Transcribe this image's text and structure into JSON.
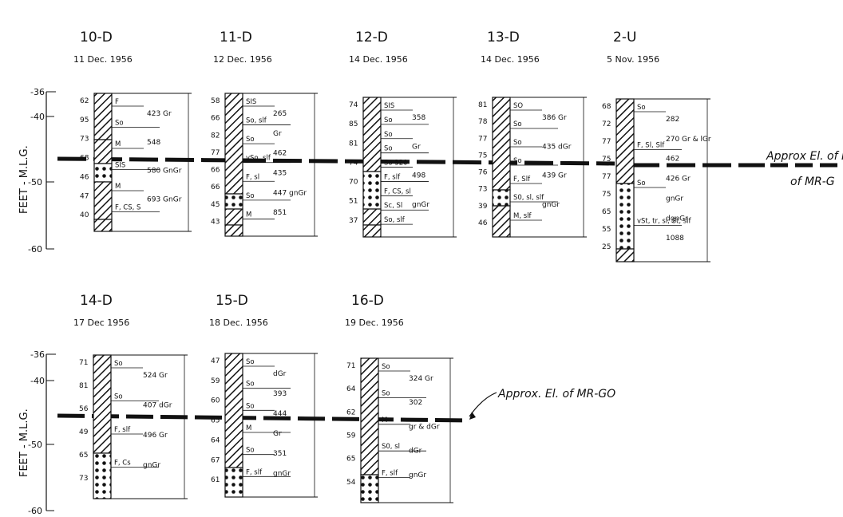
{
  "axis": {
    "label": "FEET - M.L.G.",
    "ticks": [
      "-36",
      "-40",
      "-50",
      "-60"
    ]
  },
  "axis_bottom": {
    "label": "FEET - M.L.G.",
    "ticks": [
      "-36",
      "-40",
      "-50",
      "-60"
    ]
  },
  "note_top": "Approx El. of MR-G",
  "note_bottom": "Approx. El. of MR-GO",
  "borings": [
    {
      "id": "10-D",
      "date": "11 Dec. 1956",
      "counts": [
        "62",
        "95",
        "73",
        "68",
        "46",
        "47",
        "40"
      ],
      "labels": [
        "F",
        "So",
        "M",
        "SIS",
        "M",
        "F, CS, S"
      ],
      "values": [
        "423 Gr",
        "548",
        "580 GnGr",
        "693 GnGr"
      ]
    },
    {
      "id": "11-D",
      "date": "12 Dec. 1956",
      "counts": [
        "58",
        "66",
        "82",
        "77",
        "66",
        "66",
        "45",
        "43"
      ],
      "labels": [
        "SIS",
        "So, slf",
        "So",
        "vSo, slf",
        "F, sl",
        "So",
        "M"
      ],
      "values": [
        "265",
        "Gr",
        "462",
        "435",
        "447 gnGr",
        "851"
      ]
    },
    {
      "id": "12-D",
      "date": "14 Dec. 1956",
      "counts": [
        "74",
        "85",
        "81",
        "74",
        "70",
        "51",
        "37"
      ],
      "labels": [
        "SIS",
        "So",
        "So",
        "So",
        "So 320",
        "F, slf",
        "F, CS, sl",
        "Sc, Sl",
        "So, slf"
      ],
      "values": [
        "358",
        "Gr",
        "498",
        "gnGr"
      ]
    },
    {
      "id": "13-D",
      "date": "14 Dec. 1956",
      "counts": [
        "81",
        "78",
        "77",
        "75",
        "76",
        "73",
        "39",
        "46"
      ],
      "labels": [
        "SO",
        "So",
        "So",
        "So",
        "F, Slf",
        "S0, sl, slf",
        "M, slf"
      ],
      "values": [
        "386 Gr",
        "435 dGr",
        "439 Gr",
        "gnGr"
      ]
    },
    {
      "id": "2-U",
      "date": "5 Nov. 1956",
      "counts": [
        "68",
        "72",
        "77",
        "75",
        "77",
        "75",
        "65",
        "55",
        "25"
      ],
      "labels": [
        "So",
        "F, Sl, Slf",
        "So",
        "vSt, tr, sl, St, slf"
      ],
      "values": [
        "282",
        "270 Gr & lGr",
        "462",
        "426 Gr",
        "gnGr",
        "dgnGr",
        "1088"
      ]
    },
    {
      "id": "14-D",
      "date": "17 Dec 1956",
      "counts": [
        "71",
        "81",
        "56",
        "49",
        "65",
        "73"
      ],
      "labels": [
        "So",
        "So",
        "F, slf",
        "F, Cs"
      ],
      "values": [
        "524 Gr",
        "407 dGr",
        "496 Gr",
        "gnGr"
      ]
    },
    {
      "id": "15-D",
      "date": "18 Dec. 1956",
      "counts": [
        "47",
        "59",
        "60",
        "65",
        "64",
        "67",
        "61"
      ],
      "labels": [
        "So",
        "So",
        "So",
        "M",
        "So",
        "F, slf"
      ],
      "values": [
        "dGr",
        "393",
        "444",
        "Gr",
        "351",
        "gnGr"
      ]
    },
    {
      "id": "16-D",
      "date": "19 Dec. 1956",
      "counts": [
        "71",
        "64",
        "62",
        "59",
        "65",
        "54"
      ],
      "labels": [
        "So",
        "So",
        "M",
        "S0, sl",
        "F, slf"
      ],
      "values": [
        "324 Gr",
        "302",
        "gr & dGr",
        "dGr",
        "gnGr"
      ]
    }
  ],
  "colors": {
    "ink": "#111111",
    "paper": "#ffffff"
  }
}
